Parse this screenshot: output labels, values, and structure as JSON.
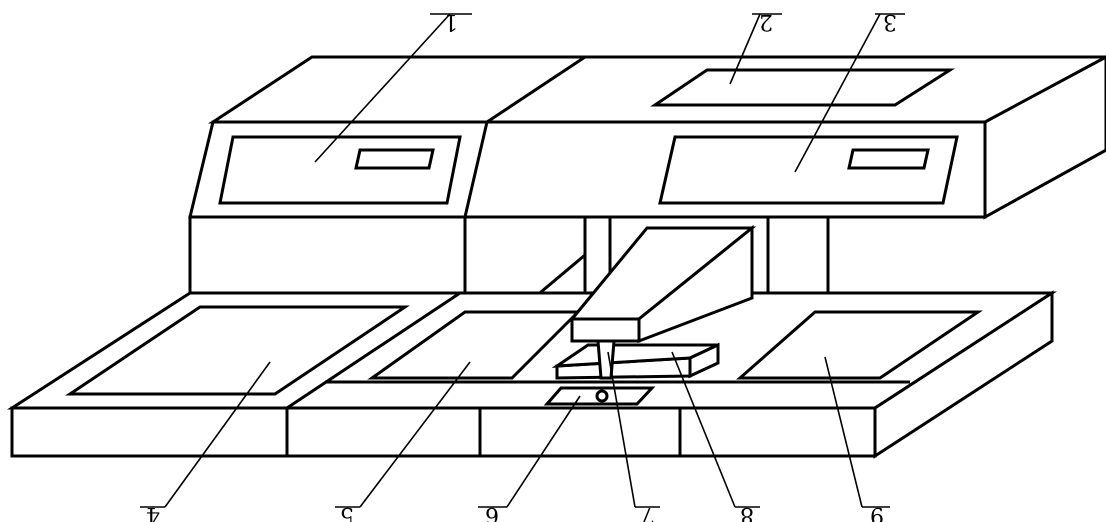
{
  "labels": {
    "l1": "1",
    "l2": "2",
    "l3": "3",
    "l4": "4",
    "l5": "5",
    "l6": "6",
    "l7": "7",
    "l8": "8",
    "l9": "9"
  },
  "colors": {
    "line": "#000000",
    "background": "#ffffff"
  }
}
